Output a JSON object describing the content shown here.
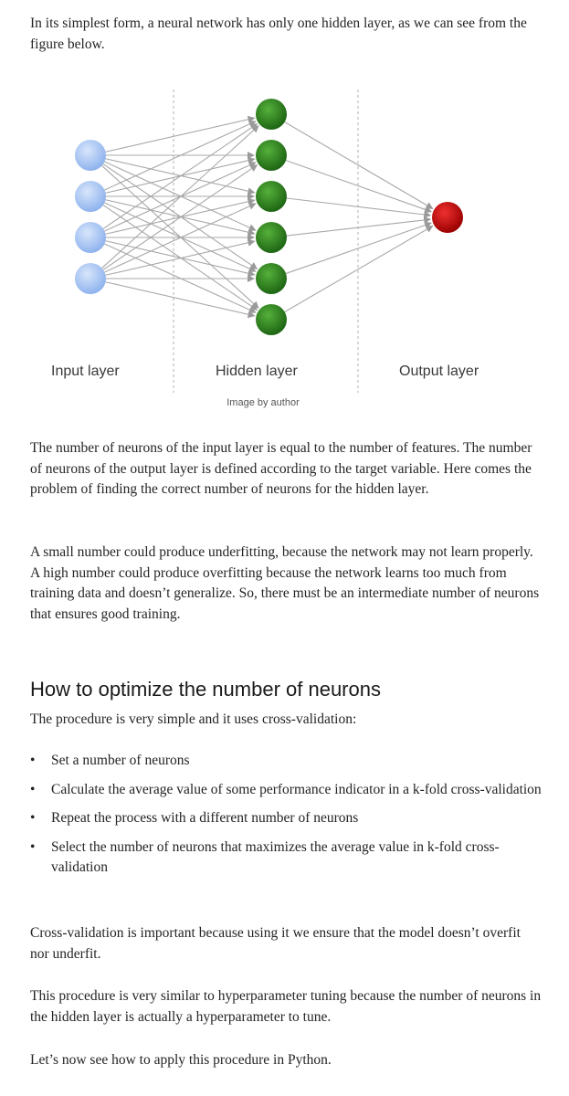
{
  "intro": "In its simplest form, a neural network has only one hidden layer, as we can see from the figure below.",
  "figure": {
    "input_label": "Input layer",
    "hidden_label": "Hidden layer",
    "output_label": "Output layer",
    "caption": "Image by author",
    "input_color": "#a8c6f5",
    "hidden_color": "#2f8a22",
    "output_color": "#c40000"
  },
  "para1": "The number of neurons of the input layer is equal to the number of features. The number of neurons of the output layer is defined according to the target variable. Here comes the problem of finding the correct number of neurons for the hidden layer.",
  "para2": "A small number could produce underfitting, because the network may not learn properly. A high number could produce overfitting because the network learns too much from training data and doesn’t generalize. So, there must be an intermediate number of neurons that ensures good training.",
  "heading": "How to optimize the number of neurons",
  "para3": "The procedure is very simple and it uses cross-validation:",
  "bullets": [
    "Set a number of neurons",
    "Calculate the average value of some performance indicator in a k-fold cross-validation",
    "Repeat the process with a different number of neurons",
    "Select the number of neurons that maximizes the average value in k-fold cross-validation"
  ],
  "para4": "Cross-validation is important because using it we ensure that the model doesn’t overfit nor underfit.",
  "para5": "This procedure is very similar to hyperparameter tuning because the number of neurons in the hidden layer is actually a hyperparameter to tune.",
  "para6": "Let’s now see how to apply this procedure in Python."
}
